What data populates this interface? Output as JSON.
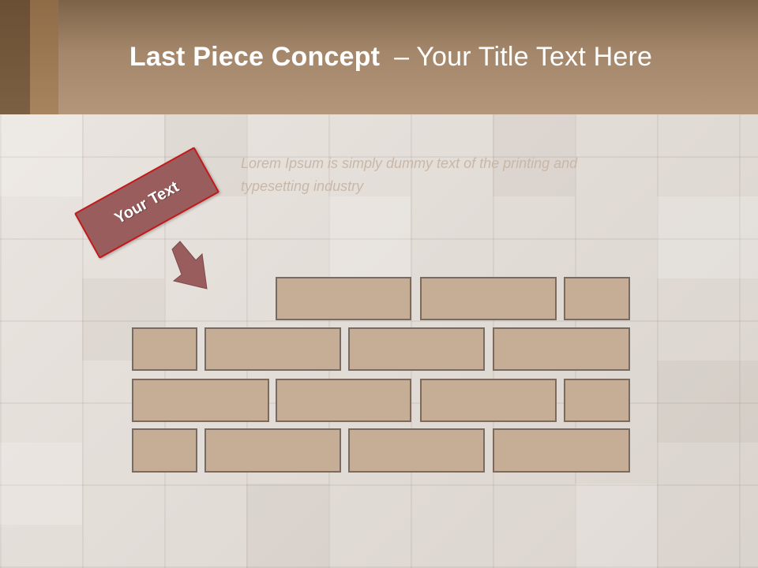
{
  "slide": {
    "title_bold": "Last Piece Concept",
    "title_rest": "– Your Title Text Here",
    "tag_text": "Your Text",
    "body_text": "Lorem Ipsum is simply dummy text of the printing and typesetting industry"
  },
  "colors": {
    "header_top": "#7c6348",
    "header_bottom": "#b4967a",
    "brick_fill": "#c6ad96",
    "brick_border": "#7b6a5f",
    "tag_fill": "#9a5d5d",
    "tag_border": "#c21a1a",
    "arrow": "#9a5d5d",
    "body_text": "#c9b8a8"
  },
  "icons": {
    "pointer": "arrow-down-right-icon"
  }
}
